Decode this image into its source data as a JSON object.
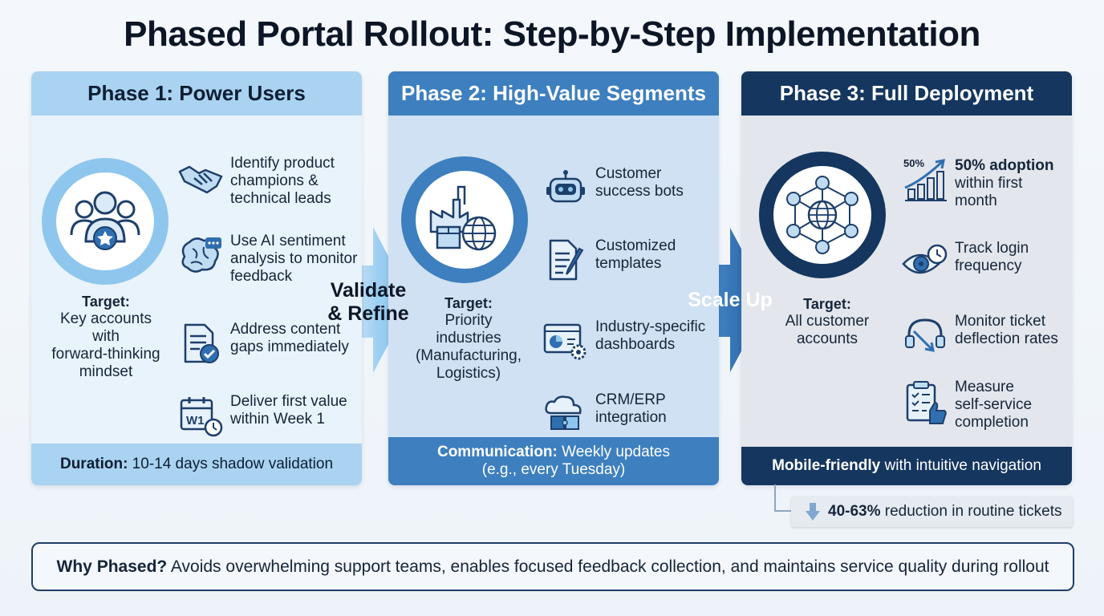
{
  "title": "Phased Portal Rollout: Step-by-Step Implementation",
  "phases": [
    {
      "header": "Phase 1: Power Users",
      "target_label": "Target:",
      "target_lines": [
        "Key accounts",
        "with",
        "forward-thinking",
        "mindset"
      ],
      "items": [
        {
          "icon": "handshake-icon",
          "lines": [
            "Identify product",
            "champions &",
            "technical leads"
          ]
        },
        {
          "icon": "ai-brain-icon",
          "lines": [
            "Use AI sentiment",
            "analysis to monitor",
            "feedback"
          ]
        },
        {
          "icon": "document-check-icon",
          "lines": [
            "Address content",
            "gaps immediately"
          ]
        },
        {
          "icon": "calendar-week1-icon",
          "lines": [
            "Deliver first value",
            "within Week 1"
          ]
        }
      ],
      "footer_bold": "Duration:",
      "footer_text": " 10-14 days shadow validation"
    },
    {
      "header": "Phase 2: High-Value Segments",
      "target_label": "Target:",
      "target_lines": [
        "Priority",
        "industries",
        "(Manufacturing,",
        "Logistics)"
      ],
      "items": [
        {
          "icon": "robot-icon",
          "lines": [
            "Customer",
            "success bots"
          ]
        },
        {
          "icon": "document-pen-icon",
          "lines": [
            "Customized",
            "templates"
          ]
        },
        {
          "icon": "dashboard-gear-icon",
          "lines": [
            "Industry-specific",
            "dashboards"
          ]
        },
        {
          "icon": "cloud-puzzle-icon",
          "lines": [
            "CRM/ERP",
            "integration"
          ]
        }
      ],
      "footer_bold": "Communication:",
      "footer_text": " Weekly updates",
      "footer_line2": "(e.g., every Tuesday)"
    },
    {
      "header": "Phase 3: Full Deployment",
      "target_label": "Target:",
      "target_lines": [
        "All customer",
        "accounts"
      ],
      "items": [
        {
          "icon": "growth-chart-icon",
          "icon_text": "50%",
          "bold": "50% adoption",
          "lines": [
            "within first",
            "month"
          ]
        },
        {
          "icon": "eye-clock-icon",
          "lines": [
            "Track login",
            "frequency"
          ]
        },
        {
          "icon": "headset-arrow-icon",
          "lines": [
            "Monitor ticket",
            "deflection rates"
          ]
        },
        {
          "icon": "clipboard-thumbs-up-icon",
          "lines": [
            "Measure",
            "self-service",
            "completion"
          ]
        }
      ],
      "footer_bold": "Mobile-friendly",
      "footer_text": " with intuitive navigation"
    }
  ],
  "arrows": {
    "validate": [
      "Validate",
      "& Refine"
    ],
    "scale": "Scale Up"
  },
  "callout": {
    "bold": "40-63%",
    "text": " reduction in routine tickets"
  },
  "why": {
    "bold": "Why Phased?",
    "text": " Avoids overwhelming support teams, enables focused feedback collection, and maintains service quality during rollout"
  },
  "colors": {
    "phase1_header": "#a9d3f1",
    "phase2_header": "#3d7fbf",
    "phase3_header": "#14365f",
    "accent_blue": "#2f6fb0"
  }
}
